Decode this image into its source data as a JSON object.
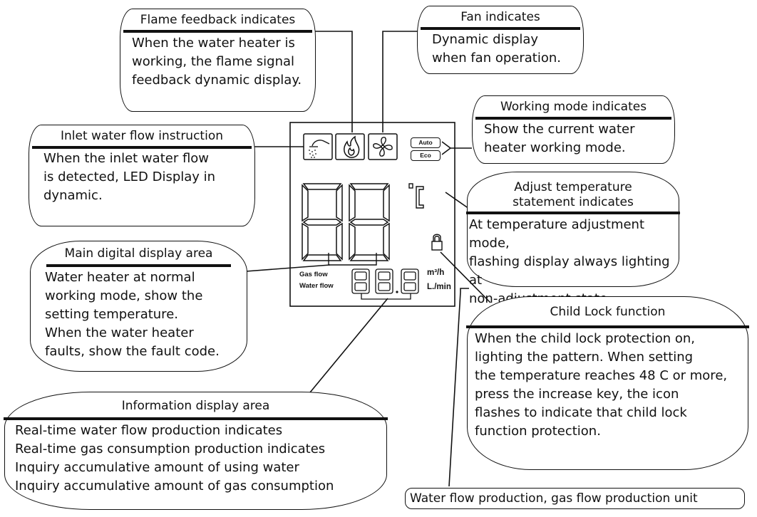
{
  "callouts": {
    "flame": {
      "title": "Flame feedback indicates",
      "body": "When the water heater is\nworking, the flame signal\nfeedback dynamic display."
    },
    "fan": {
      "title": "Fan indicates",
      "body": "Dynamic display\nwhen fan operation."
    },
    "working_mode": {
      "title": "Working mode indicates",
      "body": "Show the current water\nheater working mode."
    },
    "inlet": {
      "title": "Inlet water flow instruction",
      "body": "When the inlet water flow\nis detected, LED Display in\ndynamic."
    },
    "adjust_temp": {
      "title_line1": "Adjust temperature",
      "title_line2": "statement indicates",
      "body": "At temperature adjustment mode,\nflashing display always lighting at\nnon-adjustment state."
    },
    "main_display": {
      "title": "Main digital display area",
      "body": "Water heater at normal\nworking mode, show the\nsetting temperature.\nWhen the water heater\nfaults, show the fault code."
    },
    "child_lock": {
      "title": "Child Lock function",
      "body": "When the child lock protection on,\nlighting the pattern. When setting\nthe temperature reaches 48 C or more,\npress the increase key, the icon\nflashes to indicate that child lock\nfunction protection."
    },
    "info_area": {
      "title": "Information display area",
      "body": "Real-time water flow production indicates\nReal-time gas consumption production indicates\nInquiry accumulative amount of using water\nInquiry accumulative amount of gas consumption"
    },
    "unit_label": {
      "text": "Water flow production, gas flow production unit"
    }
  },
  "lcd": {
    "gas_flow_label": "Gas flow",
    "water_flow_label": "Water flow",
    "unit_m3h": "m³/h",
    "unit_lmin": "L./min",
    "mode_auto": "Auto",
    "mode_eco": "Eco",
    "celsius": "°C",
    "icons": [
      "shower-icon",
      "flame-icon",
      "fan-icon",
      "lock-icon"
    ]
  }
}
